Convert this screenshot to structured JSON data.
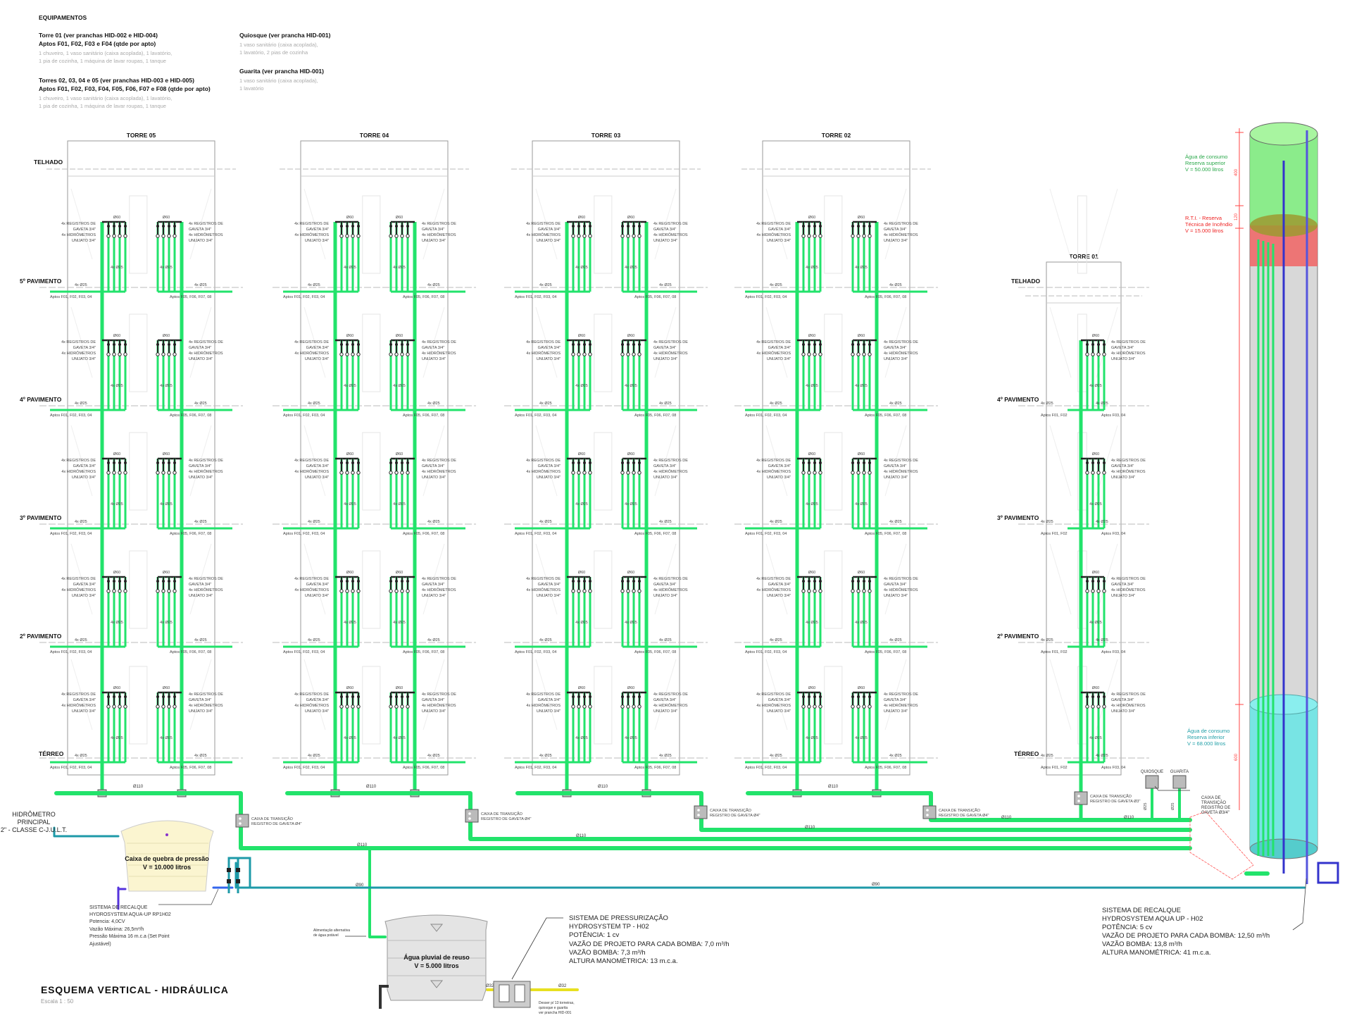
{
  "equipamentos": {
    "heading": "EQUIPAMENTOS",
    "torre01_title1": "Torre 01 (ver pranchas HID-002 e HID-004)",
    "torre01_title2": "Aptos F01, F02, F03 e F04 (qtde por apto)",
    "torre01_desc1": "1 chuveiro, 1 vaso sanitário (caixa acoplada), 1 lavatório,",
    "torre01_desc2": "1 pia de cozinha, 1 máquina de lavar roupas, 1 tanque",
    "torres_title1": "Torres 02, 03, 04 e 05 (ver pranchas HID-003 e HID-005)",
    "torres_title2": "Aptos F01, F02, F03, F04, F05, F06, F07 e F08 (qtde por apto)",
    "torres_desc1": "1 chuveiro, 1 vaso sanitário (caixa acoplada), 1 lavatório,",
    "torres_desc2": "1 pia de cozinha, 1 máquina de lavar roupas, 1 tanque",
    "quiosque_title": "Quiosque (ver prancha HID-001)",
    "quiosque_desc1": "1 vaso sanitário (caixa acoplada),",
    "quiosque_desc2": "1 lavatório, 2 pias de cozinha",
    "guarita_title": "Guarita (ver prancha HID-001)",
    "guarita_desc1": "1 vaso sanitário (caixa acoplada),",
    "guarita_desc2": "1 lavatório"
  },
  "floors": {
    "telhado": "TELHADO",
    "p5": "5º PAVIMENTO",
    "p4": "4º PAVIMENTO",
    "p3": "3º PAVIMENTO",
    "p2": "2º PAVIMENTO",
    "terreo": "TÉRREO"
  },
  "towers": [
    "TORRE 05",
    "TORRE 04",
    "TORRE 03",
    "TORRE 02"
  ],
  "tower01": "TORRE 01",
  "riser_labels": {
    "registros1": "4x REGISTROS DE",
    "registros2": "GAVETA 3/4\"",
    "hidrometros1": "4x HIDRÔMETROS",
    "hidrometros2": "UNIJATO 3/4\"",
    "manifold": "Ø60",
    "branches": "4x Ø25",
    "aptos_left": "Aptos F01, F02, F03, 04",
    "aptos_right": "Aptos F05, F06, F07, 08",
    "t01_aptos_left": "Aptos F01, F02",
    "t01_aptos_right": "Aptos F03, 04"
  },
  "pipes": {
    "d110": "Ø110",
    "d90": "Ø90",
    "d32": "Ø32",
    "d25": "Ø25"
  },
  "transition_box": {
    "line1": "CAIXA DE TRANSIÇÃO",
    "line2": "REGISTRO DE GAVETA Ø4\"",
    "t01_line2": "REGISTRO DE GAVETA Ø3\"",
    "kg_line1": "CAIXA DE",
    "kg_line2": "TRANSIÇÃO",
    "kg_line3": "REGISTRO DE",
    "kg_line4": "GAVETA Ø3/4\""
  },
  "quiosque_label": "QUIOSQUE",
  "guarita_label": "GUARITA",
  "hidrometro": {
    "line1": "HIDRÔMETRO",
    "line2": "PRINCIPAL",
    "line3": "2\" - CLASSE C-J.U.L.T."
  },
  "break_tank": {
    "line1": "Caixa de quebra de pressão",
    "line2": "V = 10.000 litros"
  },
  "recalque_left": {
    "l1": "SISTEMA DE RECALQUE",
    "l2": "HYDROSYSTEM AQUA-UP RP1H02",
    "l3": "Potencia:  4,0CV",
    "l4": "Vazão Máxima:  26,5m³/h",
    "l5": "Pressão Máxima 16 m.c.a (Set Point",
    "l6": "Ajustável)"
  },
  "reuse_tank": {
    "line1": "Água pluvial de reuso",
    "line2": "V = 5.000 litros",
    "feed1": "Alimentação alternativa",
    "feed2": "de água potável",
    "out1": "Desser p/ 13 torneiras,",
    "out2": "quiosque e guarita",
    "out3": "ver prancha HID-001"
  },
  "pressurizacao": {
    "l1": "SISTEMA DE PRESSURIZAÇÃO",
    "l2": "HYDROSYSTEM TP - H02",
    "l3": "POTÊNCIA: 1 cv",
    "l4": "VAZÃO DE PROJETO PARA CADA BOMBA: 7,0 m³/h",
    "l5": "VAZÃO BOMBA: 7,3 m³/h",
    "l6": "ALTURA MANOMÉTRICA: 13 m.c.a."
  },
  "recalque_right": {
    "l1": "SISTEMA DE RECALQUE",
    "l2": "HYDROSYSTEM AQUA UP - H02",
    "l3": "POTÊNCIA: 5 cv",
    "l4": "VAZÃO DE PROJETO PARA CADA BOMBA: 12,50 m³/h",
    "l5": "VAZÃO BOMBA: 13,8 m³/h",
    "l6": "ALTURA MANOMÉTRICA: 41 m.c.a."
  },
  "reservoir": {
    "upper1": "Água de consumo",
    "upper2": "Reserva superior",
    "upper3": "V = 50.000 litros",
    "rti1": "R.T.I. - Reserva",
    "rti2": "Técnica de Incêndio",
    "rti3": "V = 15.000 litros",
    "lower1": "Água de consumo",
    "lower2": "Reserva inferior",
    "lower3": "V = 68.000 litros",
    "dim_top": "400",
    "dim_rti": "120",
    "dim_bottom": "600"
  },
  "title": {
    "main": "ESQUEMA VERTICAL - HIDRÁULICA",
    "scale": "Escala  1 : 50"
  },
  "colors": {
    "green_pipe": "#22e36b",
    "teal_pipe": "#1e9aa8",
    "blue_pipe": "#3333cc",
    "yellow_pipe": "#e8e020",
    "red_dim": "#ff4444"
  }
}
